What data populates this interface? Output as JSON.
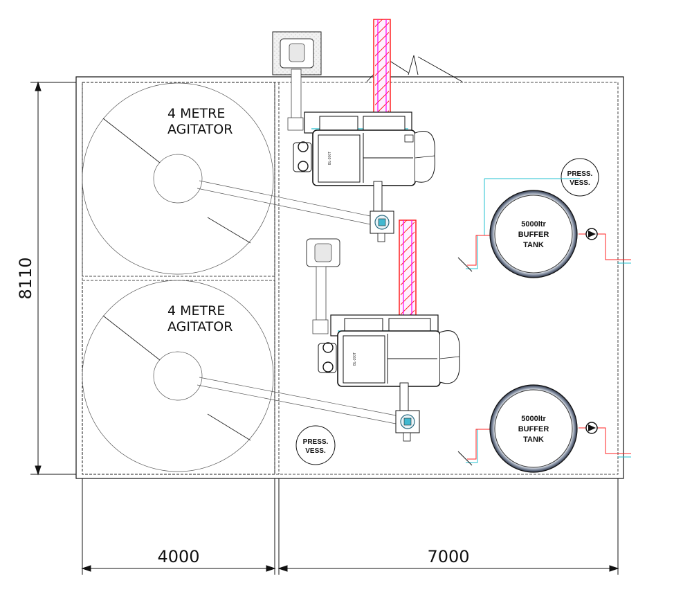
{
  "agitators": [
    {
      "line1": "4 METRE",
      "line2": "AGITATOR"
    },
    {
      "line1": "4 METRE",
      "line2": "AGITATOR"
    }
  ],
  "dimensions": {
    "height": "8110",
    "left_width": "4000",
    "right_width": "7000"
  },
  "pressure_vessels": [
    {
      "line1": "PRESS.",
      "line2": "VESS."
    },
    {
      "line1": "PRESS.",
      "line2": "VESS."
    }
  ],
  "buffer_tanks": [
    {
      "line1": "5000ltr",
      "line2": "BUFFER",
      "line3": "TANK"
    },
    {
      "line1": "5000ltr",
      "line2": "BUFFER",
      "line3": "TANK"
    }
  ],
  "boilers": [
    {
      "model": "BL-200T"
    },
    {
      "model": "BL-200T"
    }
  ],
  "colors": {
    "flue": "#ff00ff",
    "flue_outline": "#ff2020",
    "flow_pipe": "#ff2020",
    "return_pipe": "#20c0d0",
    "line": "#111111"
  }
}
